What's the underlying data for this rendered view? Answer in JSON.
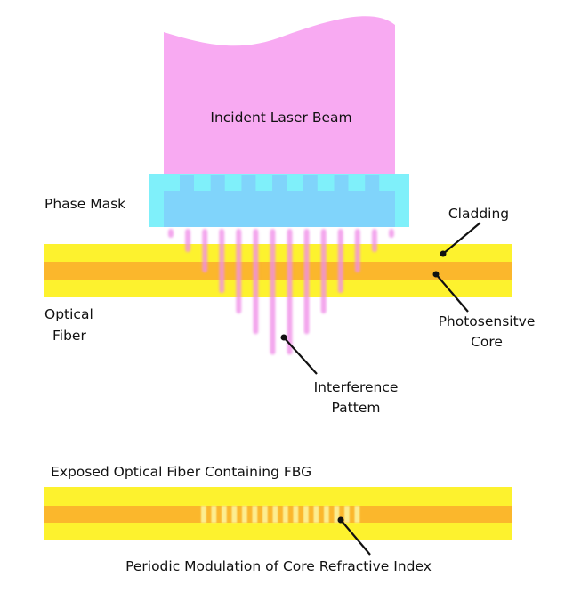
{
  "title": "Fiber Bragg Grating Fabrication via Phase Mask",
  "labels": {
    "incident_beam": "Incident Laser Beam",
    "phase_mask": "Phase Mask",
    "cladding": "Cladding",
    "optical_fiber_line1": "Optical",
    "optical_fiber_line2": "Fiber",
    "core_line1": "Photosensitve",
    "core_line2": "Core",
    "interference_line1": "Interference",
    "interference_line2": "Pattem",
    "exposed_fiber": "Exposed Optical Fiber Containing FBG",
    "modulation": "Periodic Modulation of Core Refractive Index"
  },
  "colors": {
    "beam": "#f8aaf2",
    "mask_outer": "#7ff0fa",
    "mask_inner": "#80d4fb",
    "cladding": "#fdf22e",
    "core": "#fbb72c",
    "stripe": "#f08ee8",
    "grating_light": "#fdf39a",
    "leader": "#111111"
  },
  "counts": {
    "mask_teeth": 7,
    "interference_stripes": 14,
    "grating_periods": 16
  }
}
